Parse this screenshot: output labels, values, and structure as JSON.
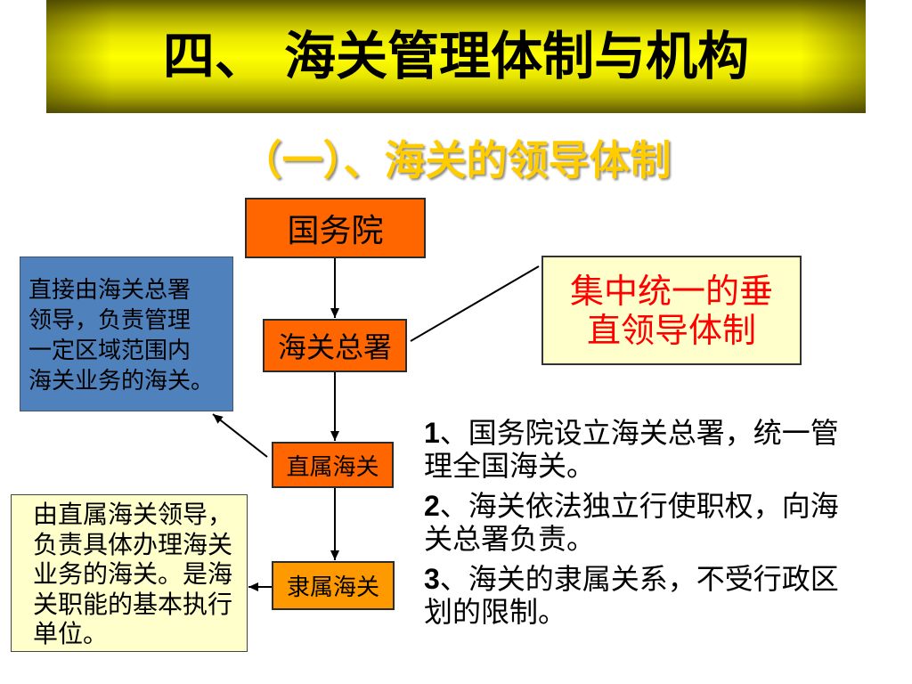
{
  "slide": {
    "title": "四、 海关管理体制与机构",
    "subtitle": "（一）、海关的领导体制"
  },
  "org_chart": {
    "state_council": "国务院",
    "customs_general_administration": "海关总署",
    "directly_affiliated_customs": "直属海关",
    "subordinate_customs": "隶属海关"
  },
  "notes": {
    "directly_affiliated": {
      "lines": [
        "直接由海关总署",
        "领导，负责管理",
        "一定区域范围内",
        "海关业务的海关。"
      ]
    },
    "subordinate": {
      "lines": [
        "由直属海关领导，",
        "负责具体办理海关",
        "业务的海关。是海",
        "关职能的基本执行",
        "单位。"
      ]
    },
    "system": {
      "lines": [
        "集中统一的垂",
        "直领导体制"
      ]
    }
  },
  "points": [
    {
      "num": "1",
      "lines": [
        "、国务院设立海关总署，统一管",
        "理全国海关。"
      ]
    },
    {
      "num": "2",
      "lines": [
        "、海关依法独立行使职权，向海",
        "关总署负责。"
      ]
    },
    {
      "num": "3",
      "lines": [
        "、海关的隶属关系，不受行政区",
        "划的限制。"
      ]
    }
  ],
  "colors": {
    "banner_yellow": "#FFFF00",
    "banner_dark": "#5E5A00",
    "title_text": "#000000",
    "subtitle_text": "#FFCC00",
    "org_box": "#FF6600",
    "org_box_light": "#FF9900",
    "note_blue": "#4F81BD",
    "note_yellow": "#FFFFCC",
    "emphasis_text": "#FF0000"
  }
}
